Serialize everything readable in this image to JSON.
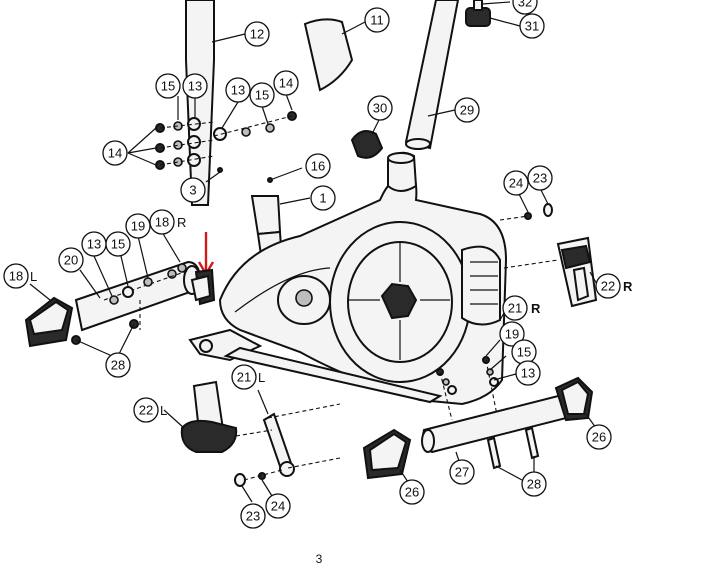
{
  "page_number": "3",
  "callouts": [
    {
      "id": "c32",
      "label": "32"
    },
    {
      "id": "c31",
      "label": "31"
    },
    {
      "id": "c12",
      "label": "12"
    },
    {
      "id": "c11",
      "label": "11"
    },
    {
      "id": "c15a",
      "label": "15"
    },
    {
      "id": "c13a",
      "label": "13"
    },
    {
      "id": "c13b",
      "label": "13"
    },
    {
      "id": "c15b",
      "label": "15"
    },
    {
      "id": "c14a",
      "label": "14"
    },
    {
      "id": "c30",
      "label": "30"
    },
    {
      "id": "c29",
      "label": "29"
    },
    {
      "id": "c14b",
      "label": "14"
    },
    {
      "id": "c16",
      "label": "16"
    },
    {
      "id": "c3",
      "label": "3"
    },
    {
      "id": "c1",
      "label": "1"
    },
    {
      "id": "c24a",
      "label": "24"
    },
    {
      "id": "c23a",
      "label": "23"
    },
    {
      "id": "c19a",
      "label": "19"
    },
    {
      "id": "c18r",
      "label": "18"
    },
    {
      "id": "c13c",
      "label": "13"
    },
    {
      "id": "c15c",
      "label": "15"
    },
    {
      "id": "c20",
      "label": "20"
    },
    {
      "id": "c18l",
      "label": "18"
    },
    {
      "id": "c22r",
      "label": "22"
    },
    {
      "id": "c21r",
      "label": "21"
    },
    {
      "id": "c19b",
      "label": "19"
    },
    {
      "id": "c15d",
      "label": "15"
    },
    {
      "id": "c13d",
      "label": "13"
    },
    {
      "id": "c28a",
      "label": "28"
    },
    {
      "id": "c21l",
      "label": "21"
    },
    {
      "id": "c22l",
      "label": "22"
    },
    {
      "id": "c26a",
      "label": "26"
    },
    {
      "id": "c27",
      "label": "27"
    },
    {
      "id": "c26b",
      "label": "26"
    },
    {
      "id": "c28b",
      "label": "28"
    },
    {
      "id": "c24b",
      "label": "24"
    },
    {
      "id": "c23b",
      "label": "23"
    }
  ],
  "side_labels": {
    "r1": "R",
    "l1": "L",
    "r2": "R",
    "r3": "R",
    "l2": "L",
    "l3": "L"
  },
  "colors": {
    "ink": "#111111",
    "arrow": "#d11a1a"
  }
}
